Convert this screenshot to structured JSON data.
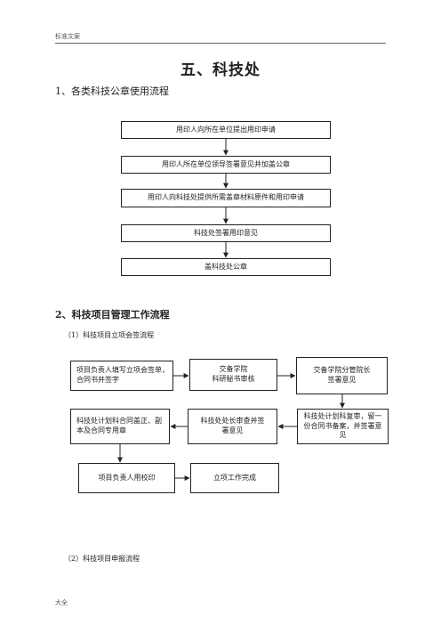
{
  "header": {
    "text": "标准文案"
  },
  "footer": {
    "text": "大全"
  },
  "title": "五、科技处",
  "section1": {
    "heading": "1、各类科技公章使用流程",
    "steps": [
      "用印人向所在单位提出用印申请",
      "用印人所在单位领导签署意见并加盖公章",
      "用印人向科技处提供所需盖章材料原件和用印申请",
      "科技处签署用印意见",
      "盖科技处公章"
    ]
  },
  "section2": {
    "heading": "2、科技项目管理工作流程",
    "sub1": "（1）科技项目立项会签流程",
    "sub2": "（2）科技项目申报流程",
    "flow": {
      "b1": "项目负责人填写立项会签单，合同书并签字",
      "b2_l1": "交备学院",
      "b2_l2": "科研秘书审核",
      "b3_l1": "交备学院分管院长",
      "b3_l2": "签署意见",
      "b4": "科技处计划科复审，留一份合同书备案，并签署意见",
      "b5_l1": "科技处处长审查并签",
      "b5_l2": "署意见",
      "b6": "科技处计划科合同盖正、副本及合同专用章",
      "b7": "项目负责人用校印",
      "b8": "立项工作完成"
    }
  }
}
